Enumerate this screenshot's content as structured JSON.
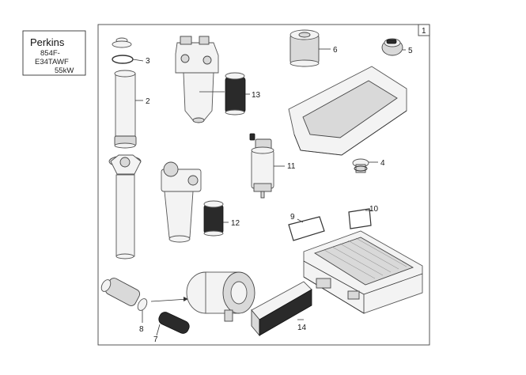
{
  "title_box": {
    "line1": "Perkins",
    "line2": "854F-",
    "line3": "E34TAWF",
    "line4": "55kW"
  },
  "sheet_number": "1",
  "callouts": [
    {
      "id": "c1",
      "label": "2"
    },
    {
      "id": "c2",
      "label": "3"
    },
    {
      "id": "c3",
      "label": "4"
    },
    {
      "id": "c4",
      "label": "5"
    },
    {
      "id": "c5",
      "label": "6"
    },
    {
      "id": "c6",
      "label": "7"
    },
    {
      "id": "c7",
      "label": "8"
    },
    {
      "id": "c8",
      "label": "9"
    },
    {
      "id": "c9",
      "label": "10"
    },
    {
      "id": "c10",
      "label": "11"
    },
    {
      "id": "c11",
      "label": "12"
    },
    {
      "id": "c12",
      "label": "13"
    },
    {
      "id": "c13",
      "label": "14"
    }
  ]
}
